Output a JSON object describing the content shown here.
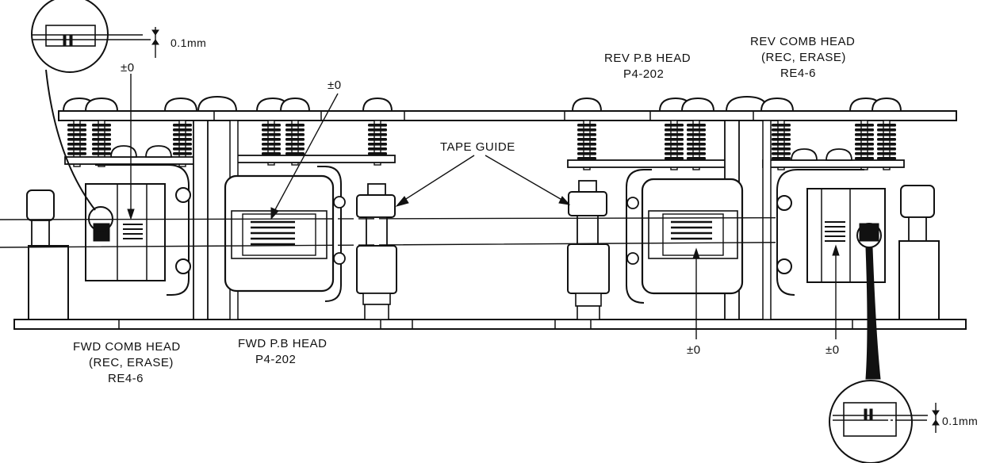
{
  "labels": {
    "fwd_comb_head": [
      "FWD COMB HEAD",
      "(REC, ERASE)",
      "RE4-6"
    ],
    "fwd_pb_head": [
      "FWD P.B HEAD",
      "P4-202"
    ],
    "rev_pb_head": [
      "REV P.B HEAD",
      "P4-202"
    ],
    "rev_comb_head": [
      "REV COMB HEAD",
      "(REC, ERASE)",
      "RE4-6"
    ],
    "tape_guide": "TAPE GUIDE",
    "zero_marks": [
      "±0",
      "±0",
      "±0",
      "±0"
    ],
    "gap_top": "0.1mm",
    "gap_bottom": "0.1mm"
  },
  "colors": {
    "ink": "#111111",
    "paper": "#ffffff"
  }
}
